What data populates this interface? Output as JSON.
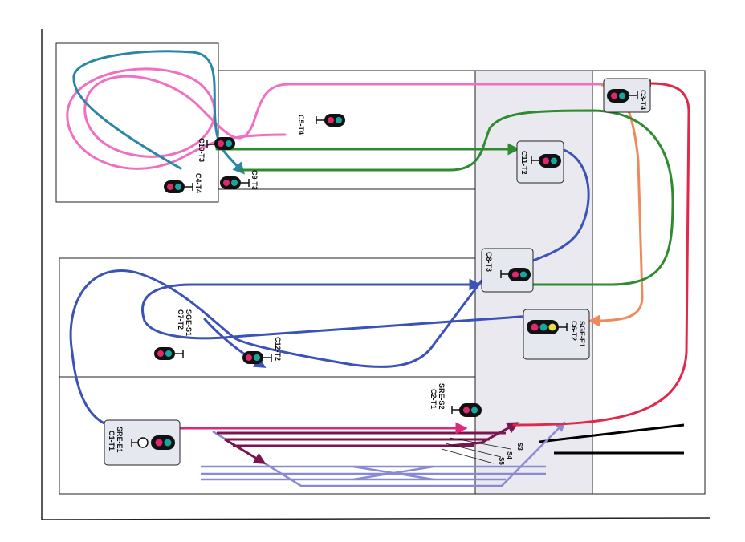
{
  "colors": {
    "pink": "#f06fc0",
    "teal": "#2a86a8",
    "blue": "#3b52b8",
    "green": "#2e8b2e",
    "orange": "#ee8a5a",
    "red": "#e0284a",
    "magenta": "#e0287a",
    "maroon": "#7a1550",
    "lavender": "#8a8ad0",
    "signal_red": "#e0286a",
    "signal_green": "#1aa6a0",
    "signal_yellow": "#e8e040",
    "panel_fill": "#e6e8f0",
    "frame": "#222222"
  },
  "signals": {
    "c5_t4": "C5-T4",
    "c10_t3": "C10-T3",
    "c4_t4": "C4-T4",
    "c9_t3": "C9-T3",
    "c3_t4": "C3-T4",
    "c11_t2": "C11-T2",
    "c8_t3": "C8-T3",
    "sge_s1": "SGE-S1",
    "c7_t2": "C7-T2",
    "c12_t2": "C12-T2",
    "sge_e1": "SGE-E1",
    "c6_t2": "C6-T2",
    "sre_s2": "SRE-S2",
    "c2_t1": "C2-T1",
    "sre_e1": "SRE-E1",
    "c1_t1": "C1-T1"
  },
  "tracks": {
    "s3": "S3",
    "s4": "S4",
    "s5": "S5"
  }
}
